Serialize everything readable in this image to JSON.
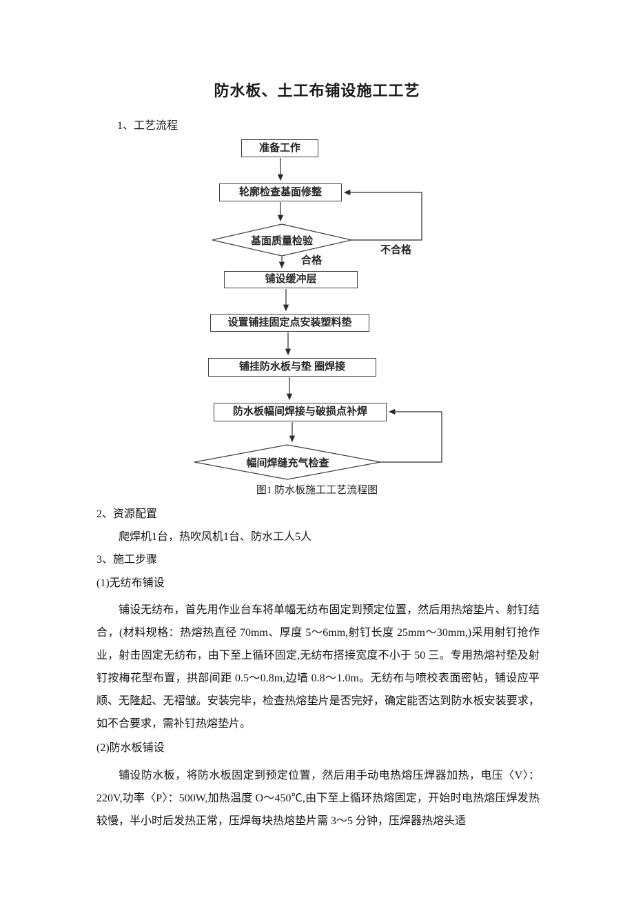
{
  "title": "防水板、土工布铺设施工工艺",
  "sections": {
    "s1_heading": "1、工艺流程",
    "s2_heading": "2、资源配置",
    "s2_content": "爬焊机1台，热吹风机1台、防水工人5人",
    "s3_heading": "3、施工步骤",
    "s3_sub1_heading": "(1)无纺布铺设",
    "s3_sub1_text": "铺设无纺布，首先用作业台车将单幅无纺布固定到预定位置，然后用热熔垫片、射钉结合，(材料规格：热熔热直径 70mm、厚度 5～6mm,射钉长度 25mm～30mm,)采用射钉抢作业，射击固定无纺布，由下至上循环固定,无纺布搭接宽度不小于 50 三。专用热熔衬垫及射钉按梅花型布置，拱部间距 0.5～0.8m,边墙 0.8～1.0m。无纺布与喷校表面密帖，铺设应平顺、无隆起、无褶皱。安装完毕，检查热熔垫片是否完好，确定能否达到防水板安装要求，如不合要求，需补钉热熔垫片。",
    "s3_sub2_heading": "(2)防水板铺设",
    "s3_sub2_text": "铺设防水板，将防水板固定到预定位置，然后用手动电热熔压焊器加热，电压〈V〉：220V,功率〈P〉：500W,加热温度 O～450℃,由下至上循环热熔固定，开始时电热熔压焊发热较慢，半小时后发热正常，压焊每块热熔垫片需 3～5 分钟，压焊器热熔头适"
  },
  "flowchart": {
    "node_prepare": "准备工作",
    "node_contour": "轮廓检查基面修整",
    "node_quality_check": "基面质量检验",
    "label_qualified": "合格",
    "label_unqualified": "不合格",
    "node_buffer": "铺设缓冲层",
    "node_fix_points": "设置铺挂固定点安装塑料垫",
    "node_hang_weld": "铺挂防水板与垫  圈焊接",
    "node_seam_weld": "防水板幅间焊接与破损点补焊",
    "node_air_check": "幅间焊缝充气检查",
    "caption": "图1 防水板施工工艺流程图"
  }
}
